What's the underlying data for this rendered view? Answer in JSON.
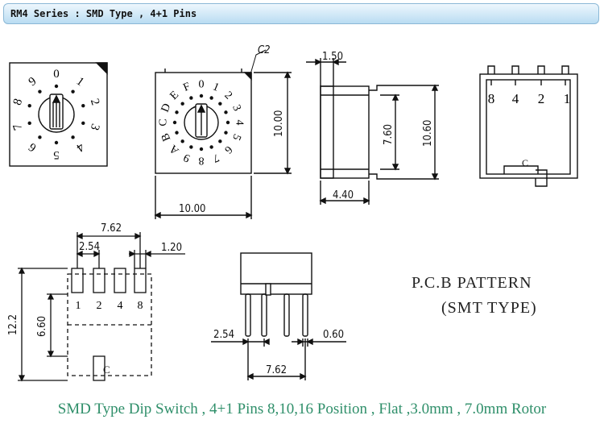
{
  "header": {
    "title": "RM4 Series : SMD Type , 4+1 Pins"
  },
  "dial_left": {
    "numbers": [
      "0",
      "1",
      "2",
      "3",
      "4",
      "5",
      "6",
      "7",
      "8",
      "9"
    ]
  },
  "dial_center": {
    "labels": [
      "0",
      "1",
      "2",
      "3",
      "4",
      "5",
      "6",
      "7",
      "8",
      "9",
      "A",
      "B",
      "C",
      "D",
      "E",
      "F"
    ]
  },
  "dimensions": {
    "top_width": "10.00",
    "top_height": "10.00",
    "corner": "C2",
    "side_top": "1.50",
    "side_height": "10.60",
    "side_inner": "7.60",
    "side_bottom": "4.40",
    "pcb_pitch_total": "7.62",
    "pcb_pitch": "2.54",
    "pcb_pad": "1.20",
    "pcb_height": "12.2",
    "pcb_inner": "6.60",
    "pins_pitch": "2.54",
    "pins_width": "0.60",
    "pins_total": "7.62"
  },
  "pin_labels_top": [
    "8",
    "4",
    "2",
    "1"
  ],
  "pin_labels_pcb": [
    "1",
    "2",
    "4",
    "8"
  ],
  "common_label": "C",
  "pcb_pattern": {
    "line1": "P.C.B   PATTERN",
    "line2": "(SMT TYPE)"
  },
  "caption": "SMD Type Dip Switch , 4+1 Pins  8,10,16 Position , Flat ,3.0mm , 7.0mm Rotor"
}
